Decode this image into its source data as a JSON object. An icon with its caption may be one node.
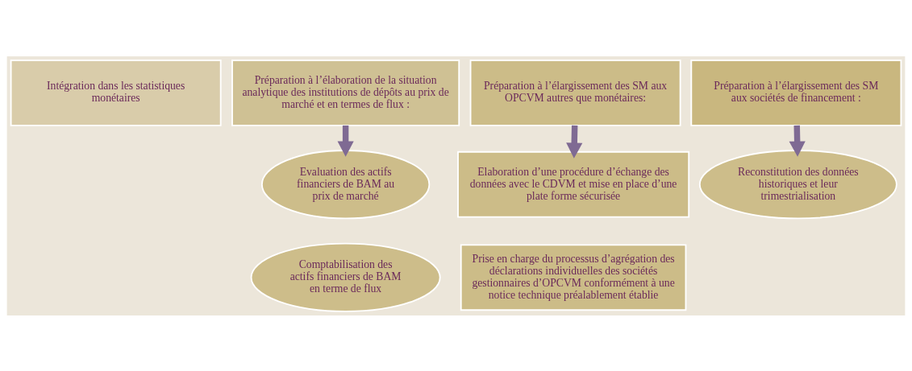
{
  "diagram": {
    "nodes": [
      {
        "text": [
          "Intégration dans les statistiques monétaires"
        ]
      },
      {
        "text": [
          "Préparation à l’élaboration de la situation analytique des institutions de dépôts au prix de marché et en termes de flux :"
        ]
      },
      {
        "text": [
          "Evaluation des actifs financiers de BAM au prix de marché"
        ]
      },
      {
        "text": [
          "Comptabilisation des actifs financiers de BAM en terme de flux"
        ]
      },
      {
        "text": [
          "Préparation à l’élargissement des SM aux OPCVM autres que monétaires:"
        ]
      },
      {
        "text": [
          "Elaboration d’une procédure d’échange des données avec le CDVM et mise en place d’une plate forme sécurisée"
        ]
      },
      {
        "text": [
          "Prise en charge du processus d’agrégation des déclarations individuelles des sociétés gestionnaires d’OPCVM conformément à une notice technique préalablement établie"
        ]
      },
      {
        "text": [
          "Préparation à l’élargissement des SM aux sociétés de financement :"
        ]
      },
      {
        "text": [
          "Reconstitution des données historiques et leur trimestrialisation"
        ]
      }
    ],
    "edges": [
      {
        "from": 1,
        "to": 2,
        "arrow": "to"
      },
      {
        "from": 4,
        "to": 5,
        "arrow": "to"
      },
      {
        "from": 7,
        "to": 8,
        "arrow": "to"
      }
    ]
  }
}
